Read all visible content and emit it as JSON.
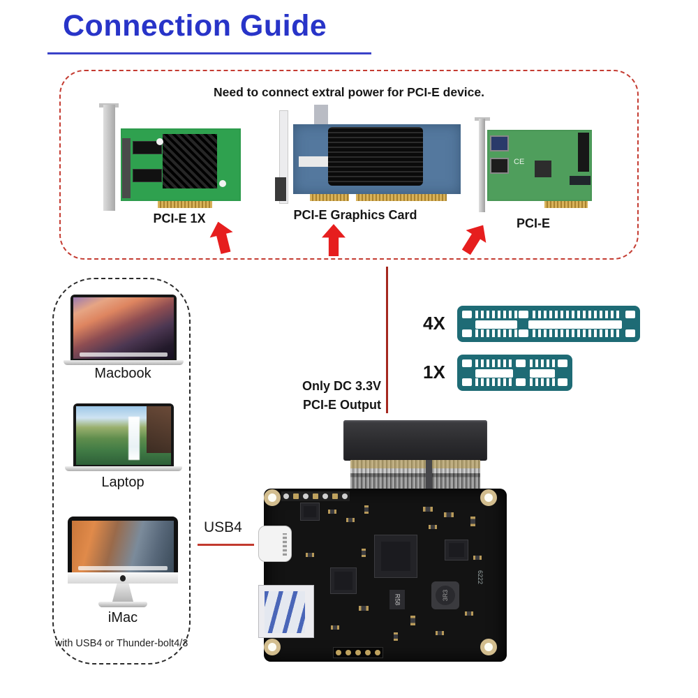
{
  "title": "Connection Guide",
  "power_box": {
    "heading": "Need to connect extral power for PCI-E device.",
    "cards": [
      {
        "label": "PCI-E 1X"
      },
      {
        "label": "PCI-E Graphics Card"
      },
      {
        "label": "PCI-E"
      }
    ]
  },
  "devices_box": {
    "items": [
      {
        "label": "Macbook"
      },
      {
        "label": "Laptop"
      },
      {
        "label": "iMac"
      }
    ],
    "note": "with USB4 or Thunder-bolt4/3"
  },
  "output_label": {
    "line1": "Only DC 3.3V",
    "line2": "PCI-E Output"
  },
  "slots": [
    {
      "label": "4X"
    },
    {
      "label": "1X"
    }
  ],
  "usb4_label": "USB4",
  "markings": {
    "inductor": "3R3",
    "resistor": "R58",
    "silkscreen": "6222",
    "card3_silk": "CE"
  },
  "colors": {
    "title_blue": "#2834c8",
    "dashed_red": "#c43b31",
    "arrow_red": "#e61e1e",
    "connector_red": "#a5281f",
    "slot_teal": "#1e6b75",
    "pcb_black": "#131313",
    "gold": "#c9a85c"
  }
}
